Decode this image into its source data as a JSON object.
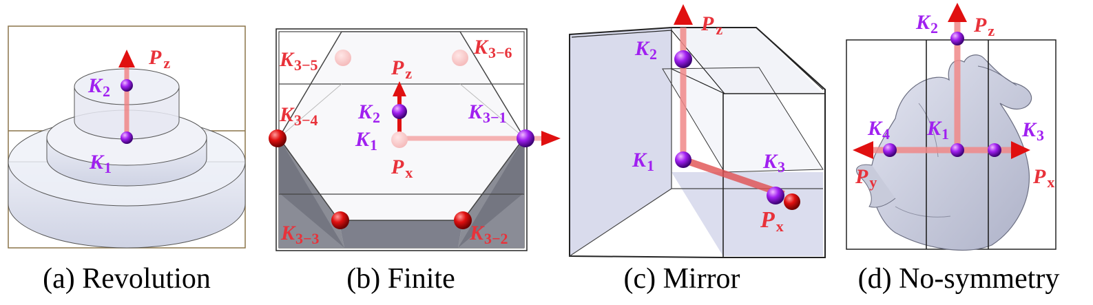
{
  "colors": {
    "axis_red": "#e02020",
    "keypoint_purple": "#a020f0",
    "keypoint_red": "#dd1111",
    "label_red": "#e8323a",
    "label_purple": "#a020f0",
    "surface": "#dde0ee",
    "outline": "#222222"
  },
  "panels": [
    {
      "caption": "(a) Revolution",
      "labels": {
        "pz_main": "P",
        "pz_sub": "z",
        "k2_main": "K",
        "k2_sub": "2",
        "k1_main": "K",
        "k1_sub": "1"
      }
    },
    {
      "caption": "(b) Finite",
      "labels": {
        "k35_main": "K",
        "k35_sub": "3−5",
        "k36_main": "K",
        "k36_sub": "3−6",
        "pz_main": "P",
        "pz_sub": "z",
        "k34_main": "K",
        "k34_sub": "3−4",
        "k2_main": "K",
        "k2_sub": "2",
        "k31_main": "K",
        "k31_sub": "3−1",
        "k1_main": "K",
        "k1_sub": "1",
        "px_main": "P",
        "px_sub": "x",
        "k33_main": "K",
        "k33_sub": "3−3",
        "k32_main": "K",
        "k32_sub": "3−2"
      }
    },
    {
      "caption": "(c) Mirror",
      "labels": {
        "pz_main": "P",
        "pz_sub": "z",
        "k2_main": "K",
        "k2_sub": "2",
        "k1_main": "K",
        "k1_sub": "1",
        "k3_main": "K",
        "k3_sub": "3",
        "px_main": "P",
        "px_sub": "x"
      }
    },
    {
      "caption": "(d) No-symmetry",
      "labels": {
        "k2_main": "K",
        "k2_sub": "2",
        "pz_main": "P",
        "pz_sub": "z",
        "k4_main": "K",
        "k4_sub": "4",
        "k1_main": "K",
        "k1_sub": "1",
        "k3_main": "K",
        "k3_sub": "3",
        "py_main": "P",
        "py_sub": "y",
        "px_main": "P",
        "px_sub": "x"
      }
    }
  ]
}
